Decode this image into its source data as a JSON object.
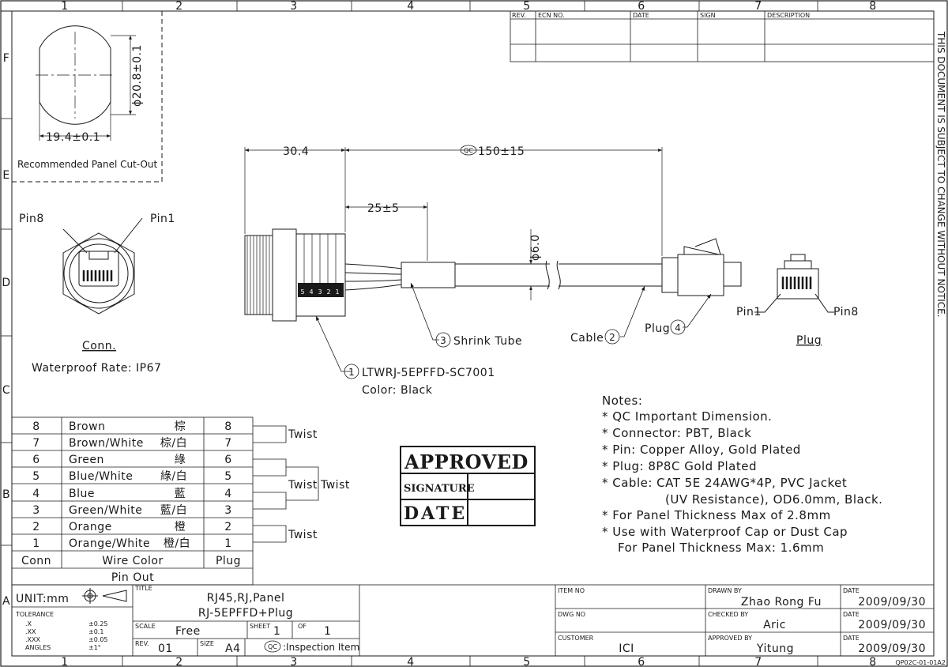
{
  "border": {
    "cols": [
      "1",
      "2",
      "3",
      "4",
      "5",
      "6",
      "7",
      "8"
    ],
    "rows": [
      "F",
      "E",
      "D",
      "C",
      "B",
      "A"
    ],
    "side_notice": "THIS DOCUMENT IS SUBJECT TO CHANGE WITHOUT NOTICE."
  },
  "revision_table": {
    "headers": [
      "REV.",
      "ECN NO.",
      "DATE",
      "SIGN",
      "DESCRIPTION"
    ]
  },
  "panel_cutout": {
    "dim_dia": "ϕ20.8±0.1",
    "dim_width": "19.4±0.1",
    "caption": "Recommended Panel Cut-Out"
  },
  "conn_view": {
    "pin8": "Pin8",
    "pin1": "Pin1",
    "title": "Conn.",
    "rating": "Waterproof Rate: IP67"
  },
  "main_drawing": {
    "dim_a": "30.4",
    "qc_mark": "QC",
    "dim_b": "150±15",
    "dim_c": "25±5",
    "dim_d": "ϕ6.0",
    "pin_digits": [
      "5",
      "4",
      "3",
      "2",
      "1"
    ],
    "callouts": [
      {
        "num": "1",
        "text": "LTWRJ-5EPFFD-SC7001"
      },
      {
        "num": "3",
        "text": "Shrink Tube"
      },
      {
        "num": "2",
        "text": "Cable"
      },
      {
        "num": "4",
        "text": "Plug"
      }
    ],
    "color": "Color: Black"
  },
  "plug_view": {
    "pin1": "Pin1",
    "pin8": "Pin8",
    "title": "Plug"
  },
  "pinout": {
    "rows": [
      {
        "conn": "8",
        "color": "Brown",
        "cn": "棕",
        "plug": "8"
      },
      {
        "conn": "7",
        "color": "Brown/White",
        "cn": "棕/白",
        "plug": "7"
      },
      {
        "conn": "6",
        "color": "Green",
        "cn": "綠",
        "plug": "6"
      },
      {
        "conn": "5",
        "color": "Blue/White",
        "cn": "綠/白",
        "plug": "5"
      },
      {
        "conn": "4",
        "color": "Blue",
        "cn": "藍",
        "plug": "4"
      },
      {
        "conn": "3",
        "color": "Green/White",
        "cn": "藍/白",
        "plug": "3"
      },
      {
        "conn": "2",
        "color": "Orange",
        "cn": "橙",
        "plug": "2"
      },
      {
        "conn": "1",
        "color": "Orange/White",
        "cn": "橙/白",
        "plug": "1"
      }
    ],
    "header": {
      "conn": "Conn",
      "color": "Wire Color",
      "plug": "Plug"
    },
    "footer": "Pin Out",
    "twist": "Twist"
  },
  "approval_box": {
    "approved": "APPROVED",
    "signature": "SIGNATURE",
    "date": "DATE"
  },
  "notes": {
    "title": "Notes:",
    "items": [
      "* QC Important Dimension.",
      "* Connector: PBT, Black",
      "* Pin: Copper Alloy, Gold Plated",
      "* Plug: 8P8C Gold Plated",
      "* Cable: CAT 5E 24AWG*4P, PVC Jacket",
      "(UV Resistance), OD6.0mm, Black.",
      "* For Panel Thickness Max of 2.8mm",
      "* Use with Waterproof Cap or Dust Cap",
      "For Panel Thickness Max: 1.6mm"
    ]
  },
  "title_block": {
    "unit": "UNIT:mm",
    "tolerance_title": "TOLERANCE",
    "tolerances": [
      {
        "k": ".X",
        "v": "±0.25"
      },
      {
        "k": ".XX",
        "v": "±0.1"
      },
      {
        "k": ".XXX",
        "v": "±0.05"
      },
      {
        "k": "ANGLES",
        "v": "±1°"
      }
    ],
    "title_label": "TITLE",
    "title_line1": "RJ45,RJ,Panel",
    "title_line2": "RJ-5EPFFD+Plug",
    "scale_label": "SCALE",
    "scale": "Free",
    "sheet_label": "SHEET",
    "sheet": "1",
    "of_label": "OF",
    "of": "1",
    "rev_label": "REV.",
    "rev": "01",
    "size_label": "SIZE",
    "size": "A4",
    "inspection": ":Inspection Item",
    "item_no_label": "ITEM NO",
    "dwg_no_label": "DWG NO",
    "customer_label": "CUSTOMER",
    "customer": "ICI",
    "drawn_label": "DRAWN BY",
    "drawn": "Zhao Rong Fu",
    "checked_label": "CHECKED BY",
    "checked": "Aric",
    "approved_label": "APPROVED BY",
    "approved": "Yitung",
    "date_label": "DATE",
    "dates": [
      "2009/09/30",
      "2009/09/30",
      "2009/09/30"
    ],
    "form_no": "QP02C-01-01A2"
  }
}
